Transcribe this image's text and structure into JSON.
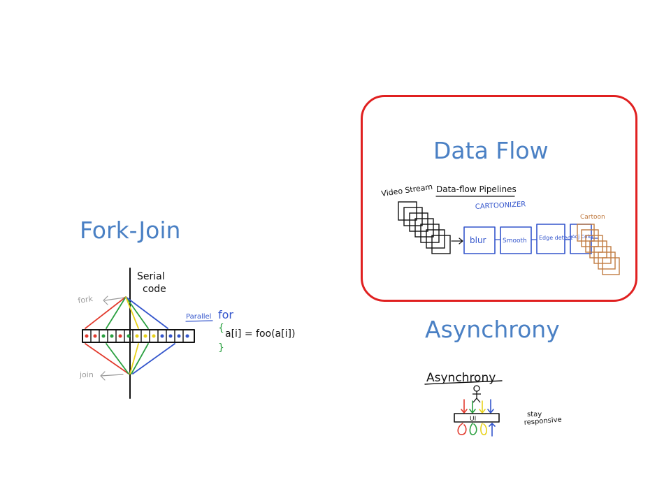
{
  "titles": {
    "data_flow": "Data Flow",
    "fork_join": "Fork-Join",
    "asynchrony": "Asynchrony"
  },
  "fork_join_sketch": {
    "serial": "Serial",
    "code": "code",
    "fork": "fork",
    "join": "join",
    "parallel": "Parallel",
    "for": "for",
    "brace_open": "{",
    "brace_close": "}",
    "statement": "a[i] = foo(a[i])"
  },
  "data_flow_sketch": {
    "video_stream": "Video Stream",
    "pipeline_title": "Data-flow Pipelines",
    "cartoonizer": "CARTOONIZER",
    "stages": [
      "blur",
      "Smooth",
      "Edge detect",
      "Adj Color"
    ],
    "output": "Cartoon"
  },
  "async_sketch": {
    "title": "Asynchrony",
    "ui": "UI",
    "stay": "stay",
    "responsive": "responsive"
  },
  "colors": {
    "title_blue": "#4a80c4",
    "highlight_red": "#e02020",
    "ink": "#111111",
    "sketch_blue": "#3355cc",
    "sketch_orange": "#c07a40",
    "red": "#e23b2e",
    "green": "#2aa040",
    "yellow": "#e8d21a",
    "gray": "#9a9a9a"
  }
}
